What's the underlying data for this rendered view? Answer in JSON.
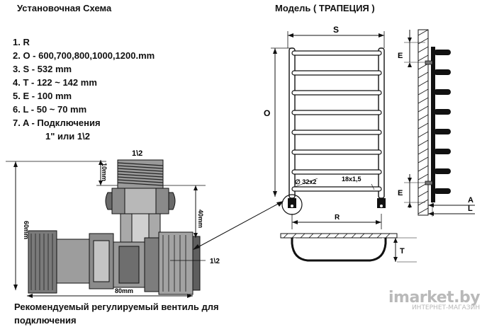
{
  "titles": {
    "install_scheme": "Установочная Схема",
    "model": "Модель ( ТРАПЕЦИЯ )"
  },
  "specs": [
    "1. R",
    "2. O - 600,700,800,1000,1200.mm",
    "3. S - 532 mm",
    "4. T - 122 ~ 142 mm",
    "5. E - 100 mm",
    "6. L - 50 ~ 70 mm",
    "7. A - Подключения"
  ],
  "spec_extra": "1\" или 1\\2",
  "valve": {
    "top_thread": "1\\2",
    "dim_10": "10mm",
    "dim_40": "40mm",
    "dim_60": "60mm",
    "dim_80": "80mm",
    "side_thread": "1\\2"
  },
  "rail": {
    "S": "S",
    "O": "O",
    "R": "R",
    "E_top": "E",
    "E_bottom": "E",
    "T": "T",
    "A": "A",
    "L": "L",
    "pipe": "∅ 32x2",
    "rung": "18x1,5"
  },
  "caption": "Рекомендуемый регулируемый вентиль для подключения",
  "watermark": {
    "main": "imarket.by",
    "sub": "ИНТЕРНЕТ-МАГАЗИН"
  }
}
